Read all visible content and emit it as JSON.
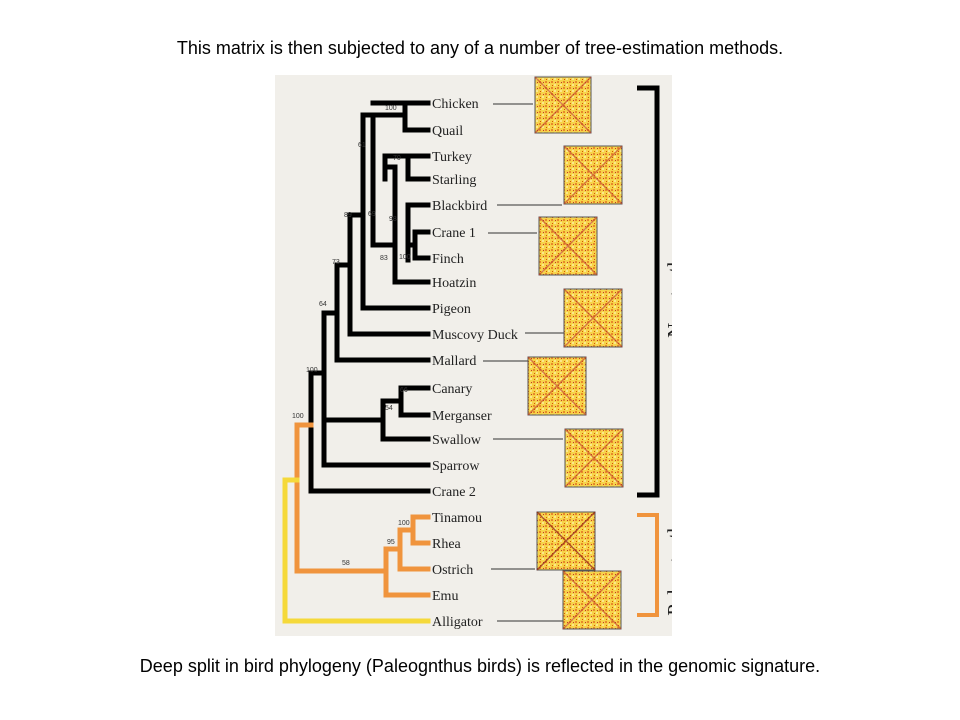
{
  "captions": {
    "top": "This matrix is then subjected to any of a number of tree-estimation methods.",
    "bottom": "Deep split in bird phylogeny (Paleognthus birds) is reflected in the genomic signature."
  },
  "tree": {
    "taxa": [
      "Chicken",
      "Quail",
      "Turkey",
      "Starling",
      "Blackbird",
      "Crane 1",
      "Finch",
      "Hoatzin",
      "Pigeon",
      "Muscovy Duck",
      "Mallard",
      "Canary",
      "Merganser",
      "Swallow",
      "Sparrow",
      "Crane 2",
      "Tinamou",
      "Rhea",
      "Ostrich",
      "Emu",
      "Alligator"
    ],
    "bootstrap": [
      "100",
      "61",
      "70",
      "98",
      "69",
      "89",
      "83",
      "100",
      "73",
      "64",
      "100",
      "66",
      "54",
      "100",
      "100",
      "95",
      "58"
    ],
    "groups": [
      "Neognaths",
      "Paleognaths"
    ]
  },
  "colors": {
    "neognath_branch": "#000000",
    "paleognath_branch": "#f0943d",
    "outgroup_branch": "#f5d93a",
    "figure_bg": "#f1efea"
  }
}
